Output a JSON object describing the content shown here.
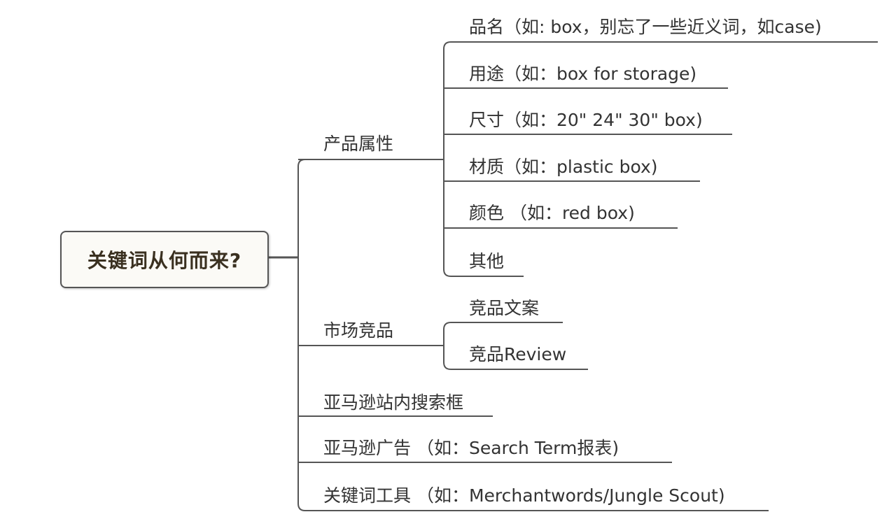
{
  "root": {
    "label": "关键词从何而来?"
  },
  "branches": [
    {
      "label": "产品属性",
      "children": [
        "品名（如: box，别忘了一些近义词，如case)",
        "用途（如：box for storage)",
        "尺寸（如：20\" 24\" 30\" box)",
        "材质（如：plastic box)",
        "颜色 （如：red box)",
        "其他"
      ]
    },
    {
      "label": "市场竞品",
      "children": [
        "竞品文案",
        "竞品Review"
      ]
    },
    {
      "label": "亚马逊站内搜索框",
      "children": []
    },
    {
      "label": "亚马逊广告 （如：Search Term报表)",
      "children": []
    },
    {
      "label": "关键词工具 （如：Merchantwords/Jungle Scout)",
      "children": []
    }
  ],
  "colors": {
    "line": "#555555",
    "text": "#333333",
    "root_text": "#3a3020",
    "root_border": "#555555",
    "root_fill": "#fbfaf6"
  }
}
